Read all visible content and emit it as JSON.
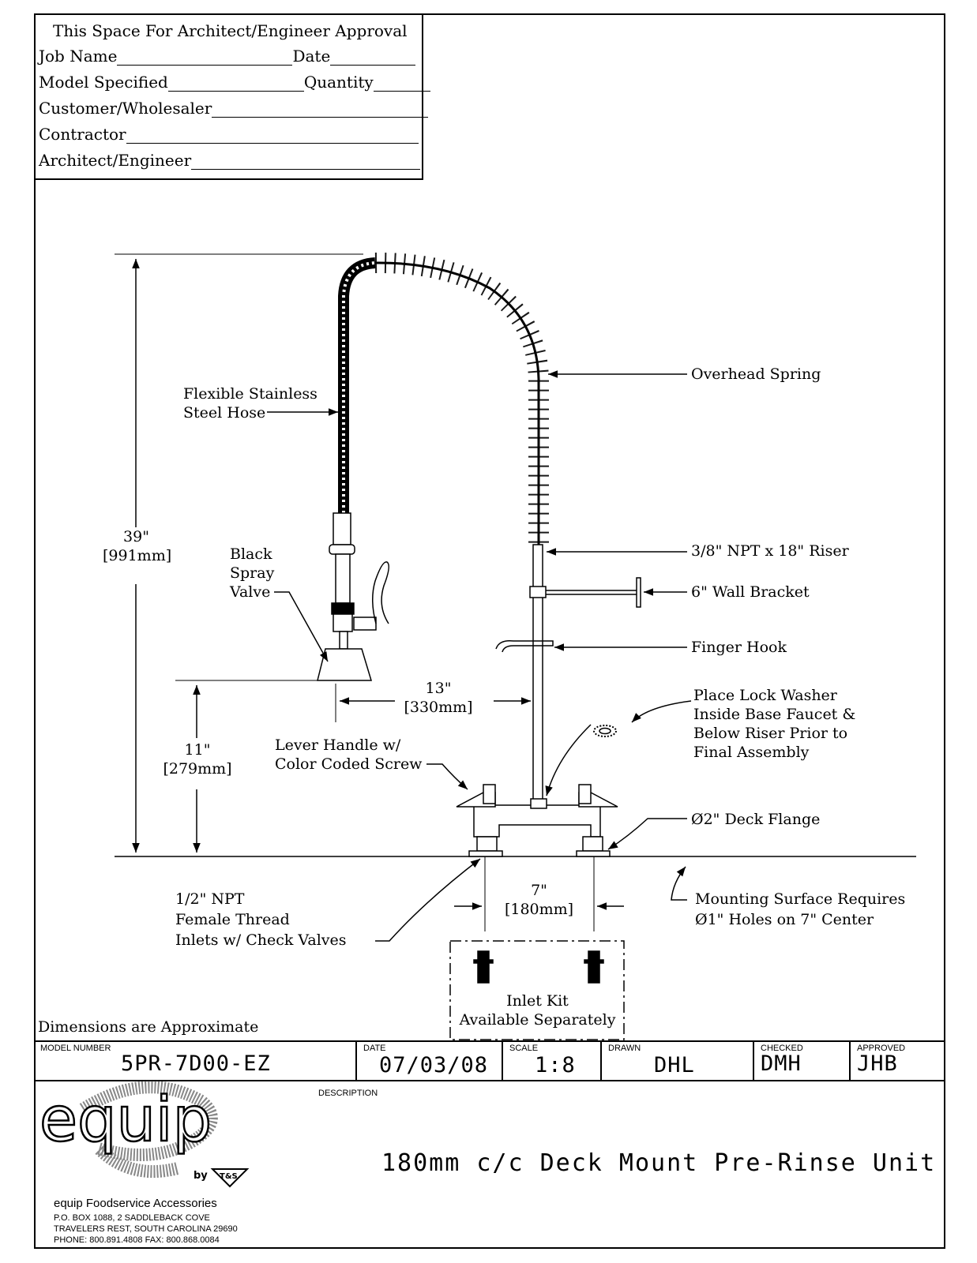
{
  "approval": {
    "heading": "This Space For Architect/Engineer Approval",
    "job_name": "Job Name",
    "date": "Date",
    "model_specified": "Model Specified",
    "quantity": "Quantity",
    "customer": "Customer/Wholesaler",
    "contractor": "Contractor",
    "architect": "Architect/Engineer"
  },
  "labels": {
    "hose": [
      "Flexible Stainless",
      "Steel Hose"
    ],
    "overhead_spring": "Overhead Spring",
    "height_total": [
      "39\"",
      "[991mm]"
    ],
    "spray_valve": [
      "Black",
      "Spray",
      "Valve"
    ],
    "riser": "3/8\" NPT x 18\" Riser",
    "wall_bracket": "6\" Wall Bracket",
    "finger_hook": "Finger Hook",
    "reach": [
      "13\"",
      "[330mm]"
    ],
    "lock_washer": [
      "Place Lock Washer",
      "Inside Base Faucet &",
      "Below Riser Prior to",
      "Final Assembly"
    ],
    "spray_height": [
      "11\"",
      "[279mm]"
    ],
    "lever_handle": [
      "Lever Handle w/",
      "Color Coded Screw"
    ],
    "deck_flange": "Ø2\" Deck Flange",
    "inlets": [
      "1/2\" NPT",
      "Female Thread",
      "Inlets w/ Check Valves"
    ],
    "center": [
      "7\"",
      "[180mm]"
    ],
    "mounting": [
      "Mounting Surface Requires",
      "Ø1\" Holes on 7\" Center"
    ],
    "inlet_kit": [
      "Inlet Kit",
      "Available Separately"
    ],
    "dimensions_note": "Dimensions are Approximate"
  },
  "title_block": {
    "model_number_label": "MODEL NUMBER",
    "model_number": "5PR-7D00-EZ",
    "date_label": "DATE",
    "date": "07/03/08",
    "scale_label": "SCALE",
    "scale": "1:8",
    "drawn_label": "DRAWN",
    "drawn": "DHL",
    "checked_label": "CHECKED",
    "checked": "DMH",
    "approved_label": "APPROVED",
    "approved": "JHB",
    "description_label": "DESCRIPTION",
    "description": "180mm c/c Deck Mount Pre-Rinse Unit"
  },
  "company": {
    "logo_text": "equip",
    "logo_by": "by",
    "logo_ts": "T&S",
    "name": "equip Foodservice Accessories",
    "address1": "P.O. BOX 1088, 2 SADDLEBACK COVE",
    "address2": "TRAVELERS REST, SOUTH CAROLINA 29690",
    "phone": "PHONE: 800.891.4808    FAX: 800.868.0084"
  }
}
